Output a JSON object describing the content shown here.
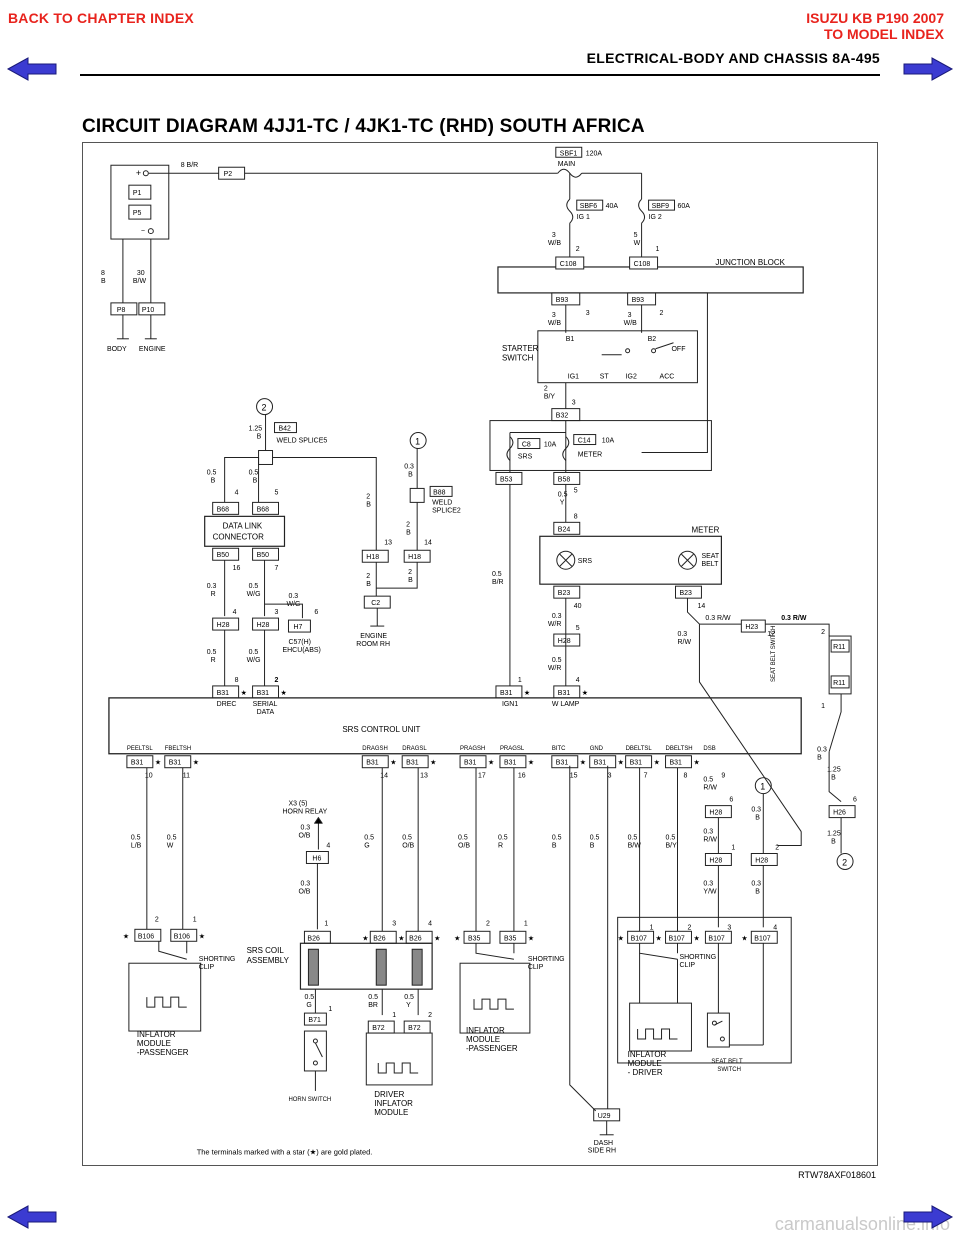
{
  "nav": {
    "back_chapter": "BACK TO CHAPTER INDEX",
    "model_line1": "ISUZU KB P190 2007",
    "model_line2": "TO MODEL INDEX",
    "header": "ELECTRICAL-BODY AND CHASSIS  8A-495",
    "arrow_color": "#3b3bd1"
  },
  "page": {
    "title": "CIRCUIT DIAGRAM 4JJ1-TC / 4JK1-TC (RHD) SOUTH AFRICA",
    "ref_code": "RTW78AXF018601",
    "watermark": "carmanualsonline.info"
  },
  "diagram": {
    "battery": {
      "plus": "+",
      "minus": "−",
      "p1": "P1",
      "p5": "P5"
    },
    "top_wire": {
      "gauge": "8 B/R",
      "conn": "P2"
    },
    "main_fuse": {
      "id": "SBF1",
      "rating": "120A",
      "name": "MAIN"
    },
    "fuse_ig1": {
      "id": "SBF6",
      "rating": "40A",
      "name": "IG 1",
      "wire_gauge": "3",
      "wire_color": "W/B",
      "pin": "2"
    },
    "fuse_ig2": {
      "id": "SBF9",
      "rating": "60A",
      "name": "IG 2",
      "wire_gauge": "5",
      "wire_color": "W",
      "pin": "1"
    },
    "junction": {
      "label": "JUNCTION BLOCK",
      "c108a": "C108",
      "c108b": "C108",
      "b93a": "B93",
      "b93b": "B93",
      "pin3": "3",
      "pin2": "2",
      "w1_g": "3",
      "w1_c": "W/B",
      "w2_g": "3",
      "w2_c": "W/B"
    },
    "ground_left": {
      "w1_g": "8",
      "w1_c": "B",
      "w2_g": "30",
      "w2_c": "B/W",
      "p8": "P8",
      "p10": "P10",
      "body": "BODY",
      "engine": "ENGINE"
    },
    "starter": {
      "label1": "STARTER",
      "label2": "SWITCH",
      "b1": "B1",
      "b2": "B2",
      "off": "OFF",
      "ig1": "IG1",
      "st": "ST",
      "ig2": "IG2",
      "acc": "ACC"
    },
    "after_switch": {
      "gauge": "2",
      "color": "B/Y",
      "conn": "B32",
      "pin": "3"
    },
    "fuse_srs": {
      "id": "C8",
      "rating": "10A",
      "name": "SRS"
    },
    "fuse_meter": {
      "id": "C14",
      "rating": "10A",
      "name": "METER"
    },
    "b53": "B53",
    "b58": "B58",
    "weld2": {
      "num": "2",
      "gauge": "1.25",
      "color": "B",
      "conn": "B42",
      "name": "WELD SPLICE5"
    },
    "weld1": {
      "num": "1",
      "gauge": "0.3",
      "color": "B",
      "conn": "B88",
      "name1": "WELD",
      "name2": "SPLICE2"
    },
    "dlc": {
      "label1": "DATA LINK",
      "label2": "CONNECTOR",
      "b68a": "B68",
      "b68b": "B68",
      "b50a": "B50",
      "b50b": "B50",
      "pin4": "4",
      "pin5": "5",
      "pin16": "16",
      "pin7": "7",
      "w1": "0.5",
      "w1c": "B",
      "w2": "0.5",
      "w2c": "B"
    },
    "eng_room": {
      "h18a": "H18",
      "h18b": "H18",
      "p13": "13",
      "p14": "14",
      "c2": "C2",
      "name1": "ENGINE",
      "name2": "ROOM RH",
      "g1": "2",
      "c1": "B",
      "g2": "2",
      "c2c": "B",
      "g3": "2",
      "c3": "B",
      "g4": "2",
      "c4": "B"
    },
    "harness_left": {
      "w1": "0.3",
      "w1c": "R",
      "w2": "0.5",
      "w2c": "W/G",
      "w3": "0.3",
      "w3c": "W/G",
      "h28a": "H28",
      "h28b": "H28",
      "h7": "H7",
      "pin4": "4",
      "pin3": "3",
      "pin6": "6",
      "ehcu1": "C57(H)",
      "ehcu2": "EHCU(ABS)",
      "w4": "0.5",
      "w4c": "R",
      "w5": "0.5",
      "w5c": "W/G"
    },
    "meter": {
      "label": "METER",
      "b24": "B24",
      "b23a": "B23",
      "b23b": "B23",
      "srs": "SRS",
      "seatbelt1": "SEAT",
      "seatbelt2": "BELT",
      "pin8": "8",
      "pin40": "40",
      "pin14": "14",
      "w1": "0.5",
      "w1c": "Y",
      "pin5": "5"
    },
    "srs_right": {
      "w1": "0.3",
      "w1c": "W/R",
      "h28": "H28",
      "pin5": "5",
      "w2": "0.5",
      "w2c": "W/R",
      "pin4": "4",
      "h23": "H23",
      "pin12": "12",
      "w3": "0.3 R/W",
      "w4": "0.3 R/W",
      "w5": "0.3",
      "w5c": "R/W"
    },
    "srs_top_conns": {
      "b31a": "B31",
      "b31b": "B31",
      "b31c": "B31",
      "b31d": "B31",
      "pin8": "8",
      "pin2": "2",
      "pin1": "1",
      "pin4": "4",
      "lbl1": "DREC",
      "lbl2a": "SERIAL",
      "lbl2b": "DATA",
      "lbl3": "IGN1",
      "lbl4": "W LAMP",
      "w_srs": "0.5",
      "w_srs_c": "B/R"
    },
    "srs_unit": {
      "label": "SRS CONTROL UNIT"
    },
    "srs_bottom": [
      {
        "pin_label": "PEELTSL",
        "conn": "B31",
        "pin": "10"
      },
      {
        "pin_label": "FBELTSH",
        "conn": "B31",
        "pin": "11"
      },
      {
        "pin_label": "DRAGSH",
        "conn": "B31",
        "pin": "14"
      },
      {
        "pin_label": "DRAGSL",
        "conn": "B31",
        "pin": "13"
      },
      {
        "pin_label": "PRAGSH",
        "conn": "B31",
        "pin": "17"
      },
      {
        "pin_label": "PRAGSL",
        "conn": "B31",
        "pin": "16"
      },
      {
        "pin_label": "BITC",
        "conn": "B31",
        "pin": "15"
      },
      {
        "pin_label": "GND",
        "conn": "B31",
        "pin": "3"
      },
      {
        "pin_label": "DBELTSL",
        "conn": "B31",
        "pin": "7"
      },
      {
        "pin_label": "DBELTSH",
        "conn": "B31",
        "pin": "8"
      },
      {
        "pin_label": "DSB",
        "conn": "",
        "pin": "9"
      }
    ],
    "seat_belt_sw": {
      "label": "SEAT BELT SWITCH",
      "r11a": "R11",
      "r11b": "R11",
      "pin2": "2",
      "pin1": "1",
      "w1": "0.3",
      "w1c": "B",
      "w2": "1.25",
      "w2c": "B",
      "h26": "H26",
      "pin6": "6",
      "w3": "1.25",
      "w3c": "B",
      "num2": "2"
    },
    "h28_right": {
      "w1": "0.5",
      "w1c": "R/W",
      "h28a": "H28",
      "pin6": "6",
      "pin1": "1",
      "num1": "1",
      "w2": "0.3",
      "w2c": "B",
      "w3": "0.3",
      "w3c": "R/W",
      "h28b": "H28",
      "h28c": "H28",
      "pin2": "2",
      "w4": "0.3",
      "w4c": "Y/W",
      "w5": "0.3",
      "w5c": "B"
    },
    "horn": {
      "relay1": "X3  (5)",
      "relay2": "HORN RELAY",
      "w1": "0.3",
      "w1c": "O/B",
      "h6": "H6",
      "pin4": "4",
      "w2": "0.3",
      "w2c": "O/B",
      "b71": "B71",
      "pin1": "1",
      "label": "HORN SWITCH"
    },
    "wires_mid": [
      {
        "g": "0.5",
        "c": "L/B"
      },
      {
        "g": "0.5",
        "c": "W"
      },
      {
        "g": "0.5",
        "c": "G"
      },
      {
        "g": "0.5",
        "c": "O/B"
      },
      {
        "g": "0.5",
        "c": "O/B"
      },
      {
        "g": "0.5",
        "c": "R"
      },
      {
        "g": "0.5",
        "c": "B"
      },
      {
        "g": "0.5",
        "c": "B"
      },
      {
        "g": "0.5",
        "c": "B/W"
      },
      {
        "g": "0.5",
        "c": "B/Y"
      }
    ],
    "pass_left": {
      "b106a": "B106",
      "b106b": "B106",
      "pin2": "2",
      "pin1": "1",
      "shorting1": "SHORTING",
      "shorting2": "CLIP",
      "label1": "INFLATOR",
      "label2": "MODULE",
      "label3": "-PASSENGER"
    },
    "coil": {
      "b26a": "B26",
      "b26b": "B26",
      "b26c": "B26",
      "pin1": "1",
      "pin3": "3",
      "pin4": "4",
      "label1": "SRS COIL",
      "label2": "ASSEMBLY",
      "w1": "0.5",
      "w1c": "G",
      "w2": "0.5",
      "w2c": "BR",
      "w3": "0.5",
      "w3c": "Y",
      "b72a": "B72",
      "b72b": "B72",
      "pin1b": "1",
      "pin2": "2",
      "drv1": "DRIVER",
      "drv2": "INFLATOR",
      "drv3": "MODULE"
    },
    "pass_right": {
      "b35a": "B35",
      "b35b": "B35",
      "pin2": "2",
      "pin1": "1",
      "shorting1": "SHORTING",
      "shorting2": "CLIP",
      "label1": "INFLATOR",
      "label2": "MODULE",
      "label3": "-PASSENGER"
    },
    "driver_right": {
      "b107a": "B107",
      "b107b": "B107",
      "b107c": "B107",
      "b107d": "B107",
      "pin1": "1",
      "pin2": "2",
      "pin3": "3",
      "pin4": "4",
      "shorting1": "SHORTING",
      "shorting2": "CLIP",
      "label1": "INFLATOR",
      "label2": "MODULE",
      "label3": "- DRIVER",
      "sb1": "SEAT BELT",
      "sb2": "SWITCH"
    },
    "dash": {
      "conn": "U29",
      "label1": "DASH",
      "label2": "SIDE RH"
    },
    "footnote": "The terminals marked with a star (★) are gold plated."
  }
}
